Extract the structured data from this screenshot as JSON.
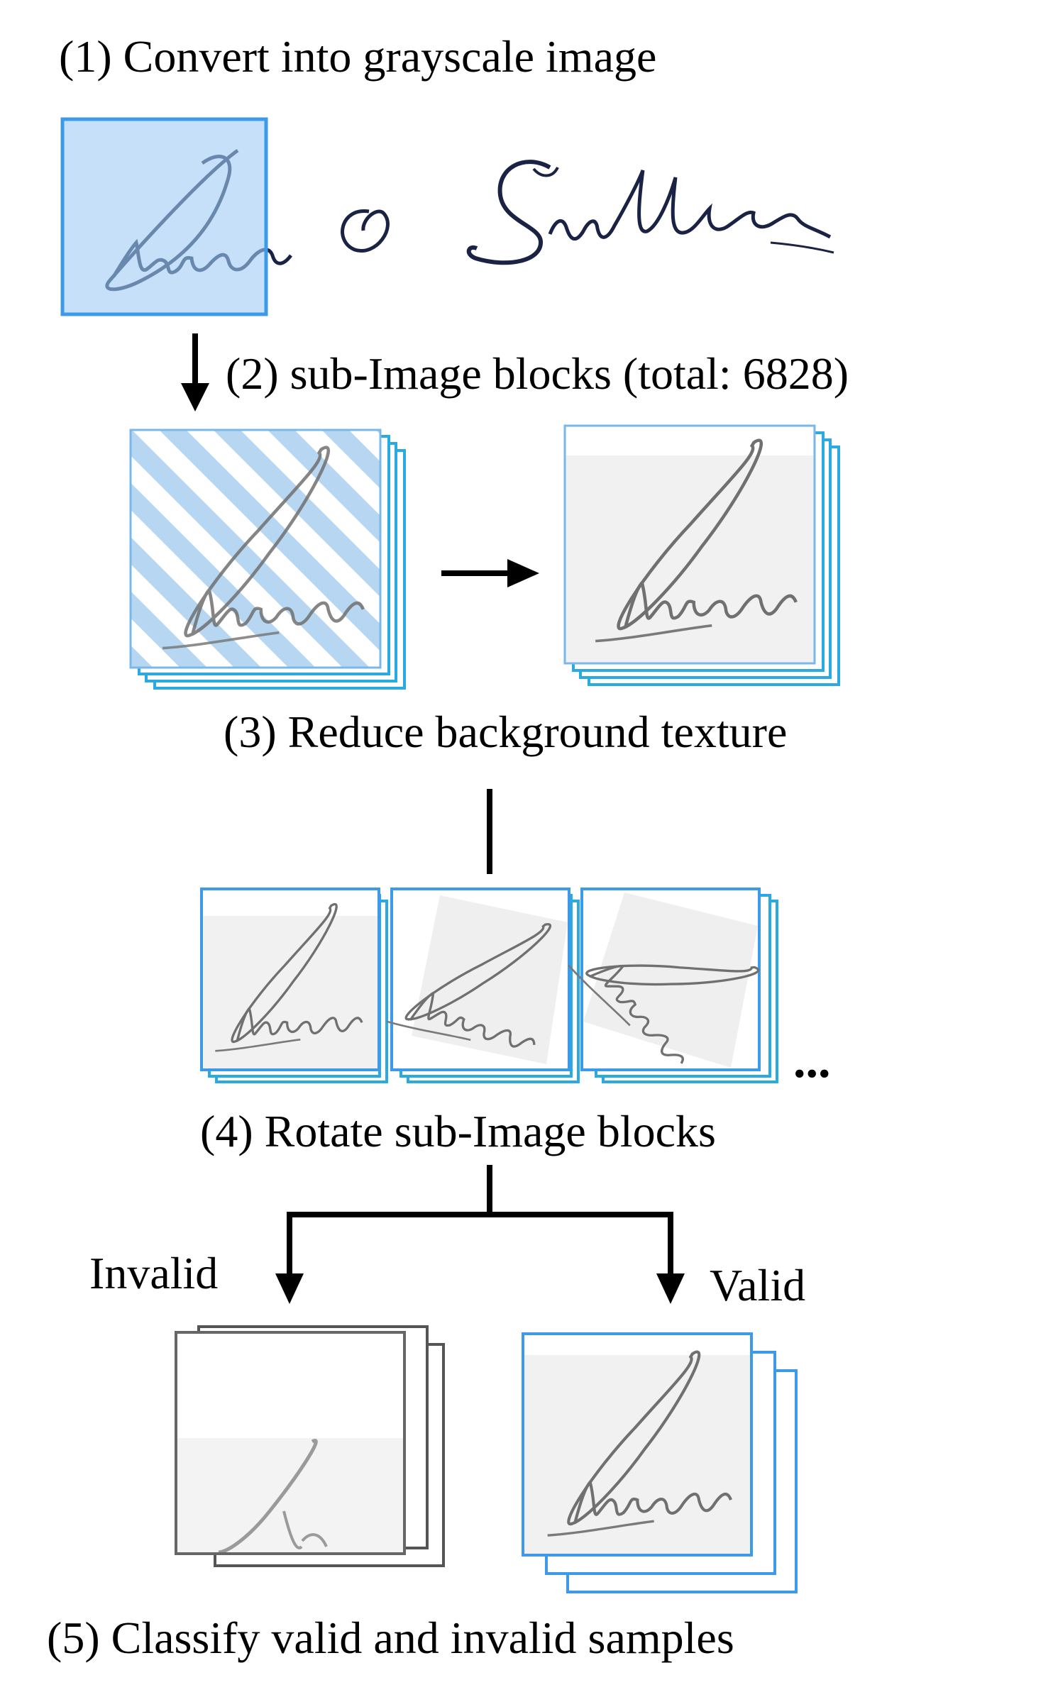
{
  "steps": {
    "step1": "(1) Convert into grayscale image",
    "step2": "(2) sub-Image blocks (total: 6828)",
    "step3": "(3) Reduce background texture",
    "step4": "(4) Rotate sub-Image blocks",
    "step5": "(5) Classify valid and invalid samples"
  },
  "branches": {
    "invalid": "Invalid",
    "valid": "Valid"
  },
  "ellipsis": "...",
  "colors": {
    "frame_blue": "#3d9ae8",
    "stack_cyan": "#29abe2",
    "highlight_fill": "#bcdcf7",
    "stripe": "#a9cdee",
    "invalid_frame": "#666666",
    "ink": "#1a1f3a",
    "pencil": "#6e6e6e",
    "arrow": "#000000"
  },
  "icons": [
    "signature-image",
    "sub-image-block",
    "arrow-down",
    "arrow-right",
    "connector-line"
  ]
}
